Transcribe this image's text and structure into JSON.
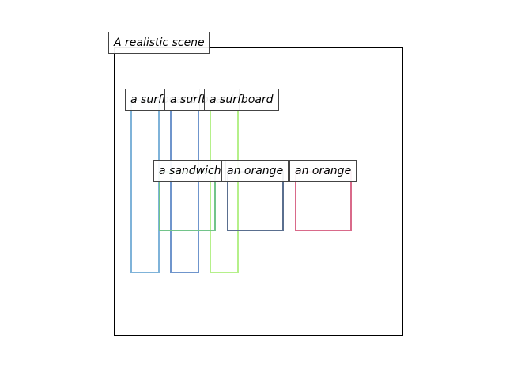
{
  "scene": {
    "title": "A realistic scene"
  },
  "objects": [
    {
      "label": "a surfboard",
      "color": "#7fb3d9"
    },
    {
      "label": "a surfboard",
      "color": "#6f95cc"
    },
    {
      "label": "a surfboard",
      "color": "#b5f08a"
    },
    {
      "label": "a sandwich",
      "color": "#72c48a"
    },
    {
      "label": "an orange",
      "color": "#5a6f8f"
    },
    {
      "label": "an orange",
      "color": "#d96a8a"
    }
  ]
}
